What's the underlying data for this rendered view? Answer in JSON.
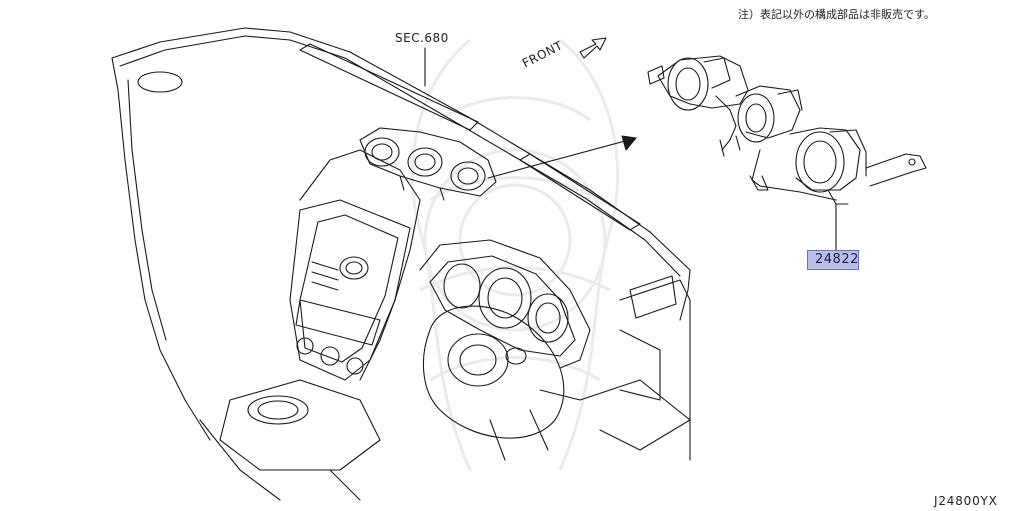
{
  "note_text": "注）表記以外の構成部品は非販売です。",
  "section_reference": "SEC.680",
  "front_label": "FRONT",
  "part_number": "24822",
  "diagram_id": "J24800YX",
  "colors": {
    "line": "#1a1a1a",
    "watermark": "#ebebeb",
    "part_highlight": "#b8bee6",
    "part_highlight_border": "#6c74b8"
  },
  "icons": {
    "front_arrow": "front-arrow-icon",
    "pointer_arrow": "pointer-arrow-icon",
    "watermark": "nissan-watermark-emblem"
  }
}
